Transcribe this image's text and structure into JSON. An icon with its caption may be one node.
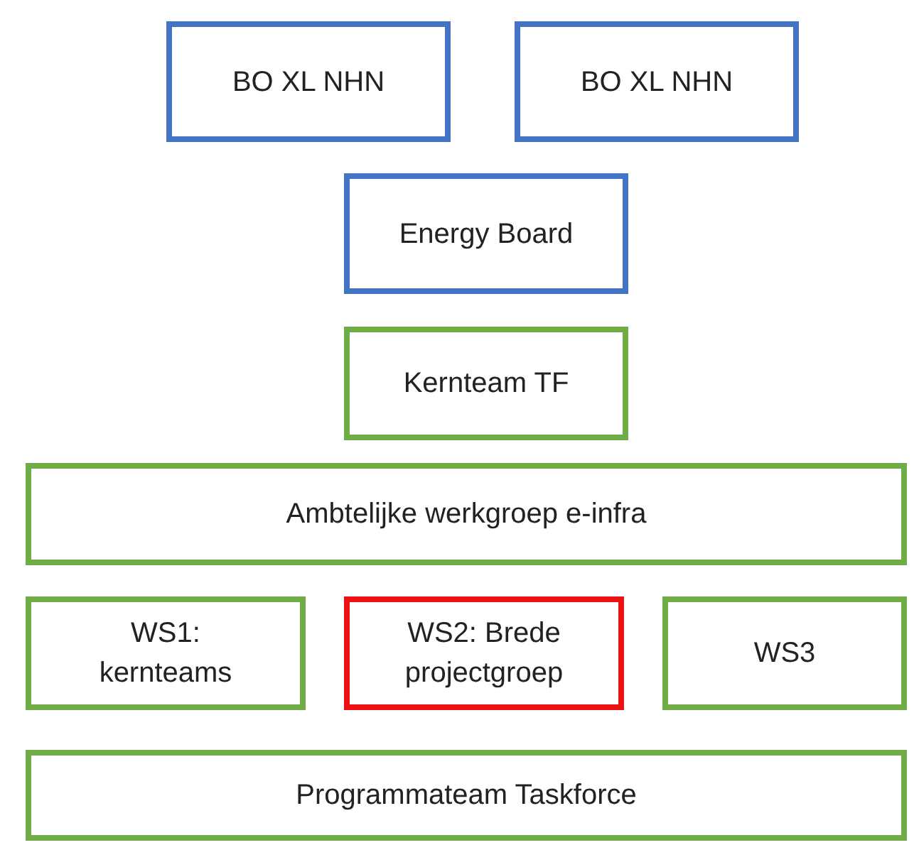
{
  "diagram": {
    "nodes": [
      {
        "text": [
          "BO XL NHN"
        ]
      },
      {
        "text": [
          "BO XL NHN"
        ]
      },
      {
        "text": [
          "Energy Board"
        ]
      },
      {
        "text": [
          "Kernteam TF"
        ]
      },
      {
        "text": [
          "Ambtelijke werkgroep e-infra"
        ]
      },
      {
        "text": [
          "WS1: kernteams"
        ]
      },
      {
        "text": [
          "WS2: Brede projectgroep"
        ]
      },
      {
        "text": [
          "WS3"
        ]
      },
      {
        "text": [
          "Programmateam Taskforce"
        ]
      }
    ],
    "edges": []
  }
}
